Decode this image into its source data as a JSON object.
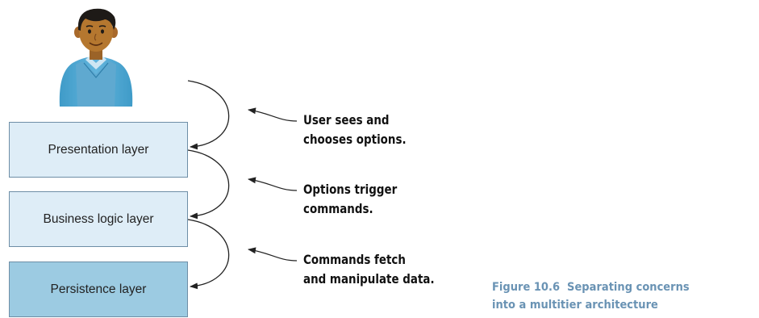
{
  "layers": [
    {
      "id": "presentation",
      "label": "Presentation layer",
      "fill": "#deedf7"
    },
    {
      "id": "business",
      "label": "Business logic layer",
      "fill": "#deedf7"
    },
    {
      "id": "persistence",
      "label": "Persistence layer",
      "fill": "#9ccbe2"
    }
  ],
  "annotations": [
    {
      "line1": "User sees and",
      "line2": "chooses options."
    },
    {
      "line1": "Options trigger",
      "line2": "commands."
    },
    {
      "line1": "Commands fetch",
      "line2": "and manipulate data."
    }
  ],
  "caption": {
    "figure_number": "Figure 10.6",
    "line1": "Separating concerns",
    "line2": "into a multitier architecture"
  },
  "colors": {
    "caption": "#6a93b4",
    "box_border": "#6e8ea6",
    "arrow": "#222222"
  },
  "icons": {
    "user": "person-avatar-icon"
  }
}
